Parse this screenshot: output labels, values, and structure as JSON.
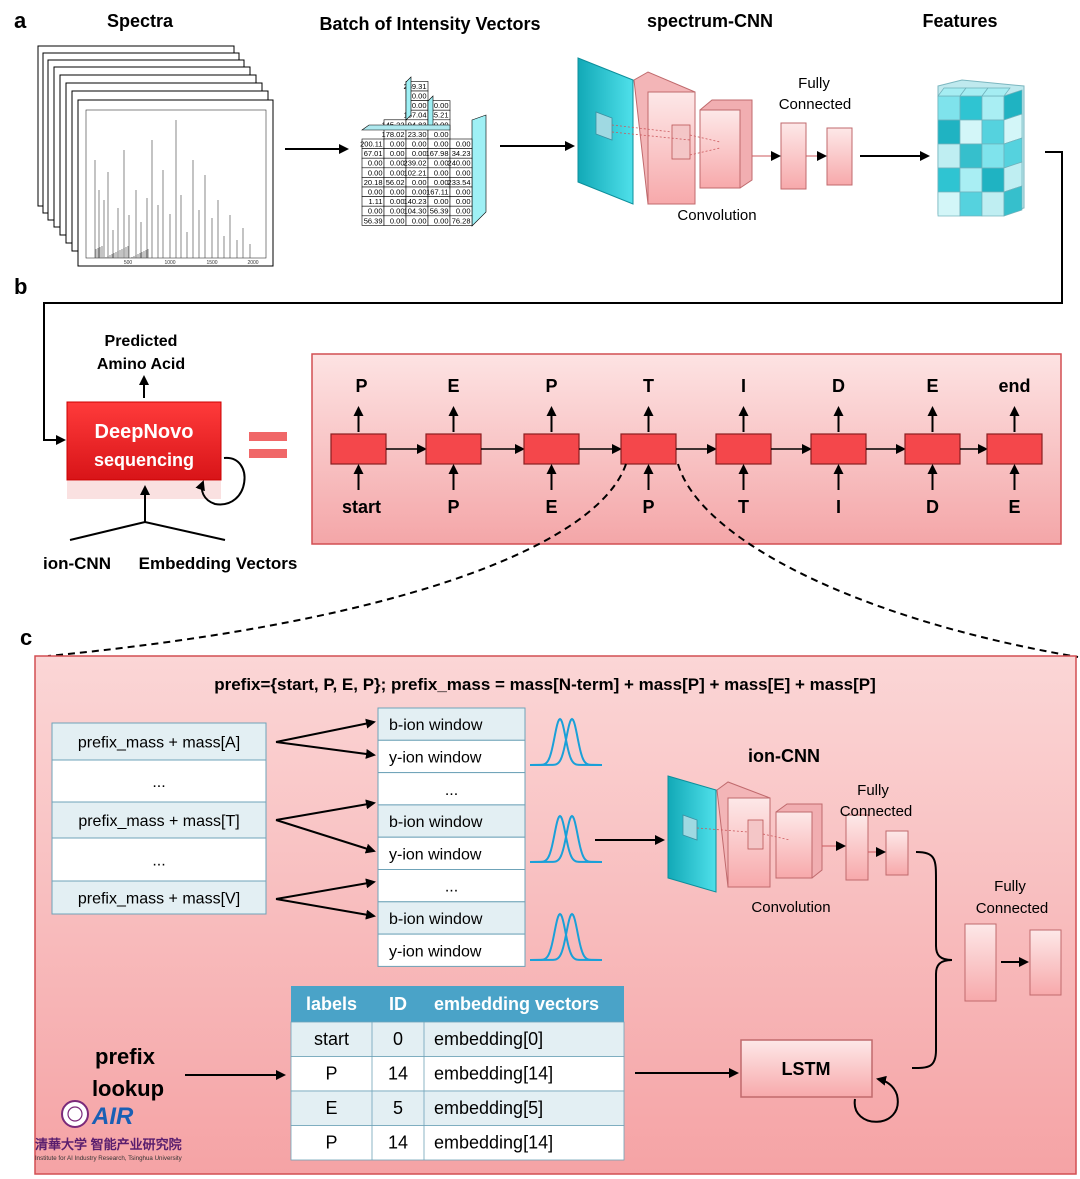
{
  "panel_a": {
    "label": "a",
    "spectra_title": "Spectra",
    "batch_title": "Batch of Intensity Vectors",
    "cnn_title": "spectrum-CNN",
    "features_title": "Features",
    "fully_connected": [
      "Fully",
      "Connected"
    ],
    "convolution": "Convolution",
    "spectrum_ticks": [
      "500",
      "1000",
      "1500",
      "2000"
    ],
    "matrix_front": [
      [
        "200.11",
        "0.00",
        "0.00",
        "0.00"
      ],
      [
        "67.01",
        "0.00",
        "0.00",
        "167.98"
      ],
      [
        "0.00",
        "0.00",
        "239.02",
        "0.00"
      ],
      [
        "0.00",
        "0.00",
        "102.21",
        "0.00"
      ],
      [
        "20.18",
        "56.02",
        "0.00",
        "0.00"
      ],
      [
        "0.00",
        "0.00",
        "0.00",
        "167.11"
      ],
      [
        "1.11",
        "0.00",
        "140.23",
        "0.00"
      ],
      [
        "0.00",
        "0.00",
        "104.30",
        "56.39"
      ],
      [
        "56.39",
        "0.00",
        "0.00",
        "0.00"
      ]
    ],
    "matrix_col5": [
      "0.00",
      "34.23",
      "240.00",
      "0.00",
      "233.54",
      "0.00",
      "0.00",
      "0.00",
      "76.28"
    ],
    "matrix_top": [
      [
        "",
        "",
        "259.31",
        ""
      ],
      [
        "",
        "",
        "0.00",
        ""
      ],
      [
        "",
        "",
        "0.00",
        "0.00"
      ],
      [
        "",
        "",
        "167.04",
        "45.21"
      ],
      [
        "",
        "145.22",
        "94.83",
        "0.00"
      ],
      [
        "",
        "178.02",
        "23.30",
        "0.00"
      ]
    ]
  },
  "panel_b": {
    "label": "b",
    "predicted_label": [
      "Predicted",
      "Amino Acid"
    ],
    "deepnovo_title": "DeepNovo",
    "deepnovo_subtitle": "sequencing",
    "ion_cnn": "ion-CNN",
    "embedding_vectors": "Embedding Vectors",
    "outputs": [
      "P",
      "E",
      "P",
      "T",
      "I",
      "D",
      "E",
      "end"
    ],
    "inputs": [
      "start",
      "P",
      "E",
      "P",
      "T",
      "I",
      "D",
      "E"
    ]
  },
  "panel_c": {
    "label": "c",
    "prefix_formula": "prefix={start, P, E, P}; prefix_mass = mass[N-term] + mass[P] + mass[E] + mass[P]",
    "mass_rows": [
      "prefix_mass  + mass[A]",
      "...",
      "prefix_mass  + mass[T]",
      "...",
      "prefix_mass  + mass[V]"
    ],
    "window_rows": [
      "b-ion window",
      "y-ion window",
      "...",
      "b-ion window",
      "y-ion window",
      "...",
      "b-ion window",
      "y-ion window"
    ],
    "ion_cnn_title": "ion-CNN",
    "fully_connected": [
      "Fully",
      "Connected"
    ],
    "convolution": "Convolution",
    "fully_connected_2": [
      "Fully",
      "Connected"
    ],
    "lstm": "LSTM",
    "prefix_lookup": [
      "prefix",
      "lookup"
    ],
    "table_headers": [
      "labels",
      "ID",
      "embedding vectors"
    ],
    "table_rows": [
      [
        "start",
        "0",
        "embedding[0]"
      ],
      [
        "P",
        "14",
        "embedding[14]"
      ],
      [
        "E",
        "5",
        "embedding[5]"
      ],
      [
        "P",
        "14",
        "embedding[14]"
      ]
    ]
  },
  "logo": {
    "name": "AIR",
    "chinese": "清華大学 智能产业研究院",
    "subtitle": "Institute for AI Industry Research, Tsinghua University"
  },
  "colors": {
    "red_box": "#e8222a",
    "pink_panel": "#f8c4c4",
    "cyan": "#22c7d4",
    "table_header": "#4aa3c8",
    "gaussian": "#1aa0d8"
  }
}
